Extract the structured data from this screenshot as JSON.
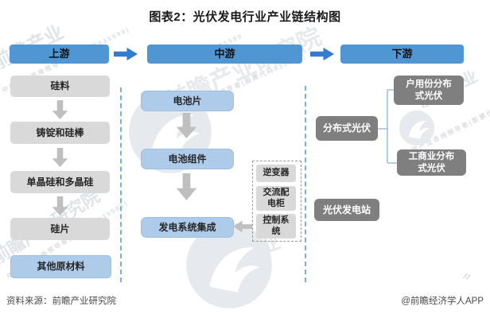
{
  "title": "图表2：光伏发电行业产业链结构图",
  "stages": {
    "upstream": "上游",
    "midstream": "中游",
    "downstream": "下游"
  },
  "upstream": {
    "items": [
      "硅料",
      "铸锭和硅棒",
      "单晶硅和多晶硅",
      "硅片"
    ],
    "other": "其他原材料"
  },
  "midstream": {
    "items": [
      "电池片",
      "电池组件",
      "发电系统集成"
    ],
    "components": [
      "逆变器",
      "交流配电柜",
      "控制系统"
    ]
  },
  "downstream": {
    "distributed": "分布式光伏",
    "household": "户用份分布式光伏",
    "commercial": "工商业分布式光伏",
    "station": "光伏发电站"
  },
  "footer": {
    "source": "资料来源：前瞻产业研究院",
    "brand": "@前瞻经济学人APP"
  },
  "watermarks": {
    "brand": "前瞻产业研究院",
    "short": "前瞻产业",
    "tagline": "中国产业咨询领导者(股票代码835599)",
    "digits": "835599"
  },
  "colors": {
    "header_blue": "#4f96d3",
    "arrow_blue": "#337dd1",
    "light_blue": "#aecbe9",
    "light_gray": "#d9d9d9",
    "dark_gray": "#7f7f7f",
    "arrow_gray": "#bfbfbf",
    "separator_blue": "#7aade0"
  }
}
